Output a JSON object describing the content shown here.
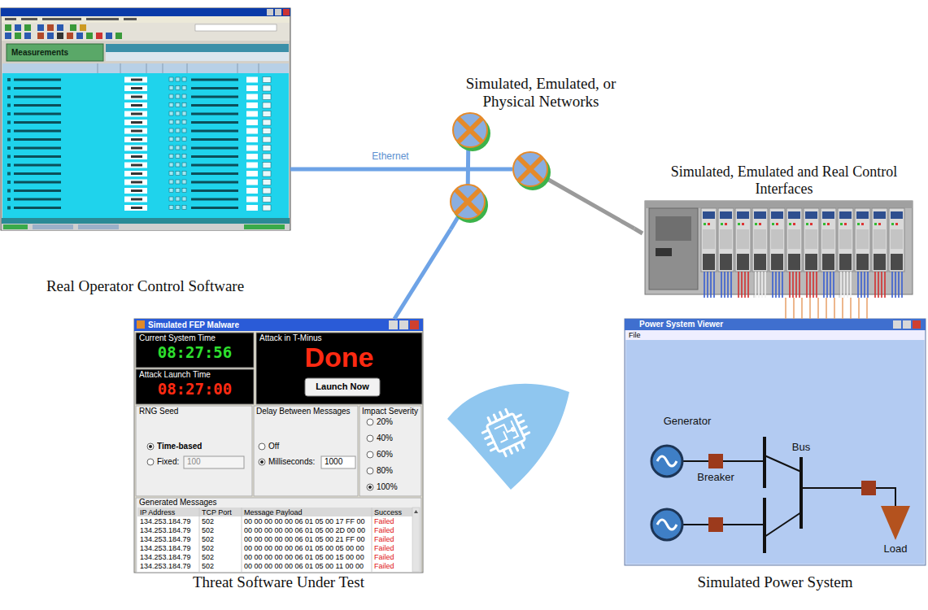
{
  "diagram": {
    "nodes": [
      {
        "text": [
          "Real Operator Control Software"
        ]
      },
      {
        "text": [
          "Simulated, Emulated, or Physical Networks"
        ]
      },
      {
        "text": [
          "Simulated, Emulated and Real Control Interfaces"
        ]
      },
      {
        "text": [
          "Threat Software Under Test",
          "Simulated FEP Malware"
        ]
      },
      {
        "text": [
          "Current System Time",
          "08:27:56"
        ],
        "in": 3
      },
      {
        "text": [
          "Attack in T-Minus",
          "Done"
        ],
        "in": 3
      },
      {
        "text": [
          "Launch Now"
        ],
        "in": 5
      },
      {
        "text": [
          "Attack Launch Time",
          "08:27:00"
        ],
        "in": 3
      },
      {
        "text": [
          "RNG Seed",
          "Time-based",
          "Fixed:"
        ],
        "in": 3
      },
      {
        "text": [
          "100"
        ],
        "in": 8
      },
      {
        "text": [
          "Delay Between Messages",
          "Off",
          "Milliseconds:"
        ],
        "in": 3
      },
      {
        "text": [
          "1000"
        ],
        "in": 10
      },
      {
        "text": [
          "Impact Severity",
          "20%",
          "40%",
          "60%",
          "80%",
          "100%"
        ],
        "in": 3
      },
      {
        "text": [
          "Generated Messages"
        ],
        "in": 3
      },
      {
        "text": [
          "Simulated Power System",
          "Power System Viewer"
        ]
      }
    ],
    "edges": [
      {
        "from": 0,
        "to": 1,
        "label": "Ethernet",
        "arrow": "none"
      },
      {
        "from": 3,
        "to": 1,
        "arrow": "none"
      },
      {
        "from": 1,
        "to": 2,
        "arrow": "none"
      },
      {
        "from": 2,
        "to": 14,
        "arrow": "none"
      }
    ],
    "labels": [
      "Measurements",
      "IP Address",
      "TCP Port",
      "Message Payload",
      "Success",
      "134.253.184.79",
      "502",
      "00 00 00 00 00 06 01 05 00 17 FF 00",
      "Failed",
      "134.253.184.79",
      "502",
      "00 00 00 00 00 06 01 05 00 2D 00 00",
      "Failed",
      "134.253.184.79",
      "502",
      "00 00 00 00 00 06 01 05 00 21 FF 00",
      "Failed",
      "134.253.184.79",
      "502",
      "00 00 00 00 00 06 01 05 00 05 00 00",
      "Failed",
      "134.253.184.79",
      "502",
      "00 00 00 00 00 06 01 05 00 15 00 00",
      "Failed",
      "134.253.184.79",
      "502",
      "00 00 00 00 00 06 01 05 00 11 00 00",
      "Failed",
      "File",
      "Generator",
      "Breaker",
      "Bus",
      "Load"
    ]
  }
}
